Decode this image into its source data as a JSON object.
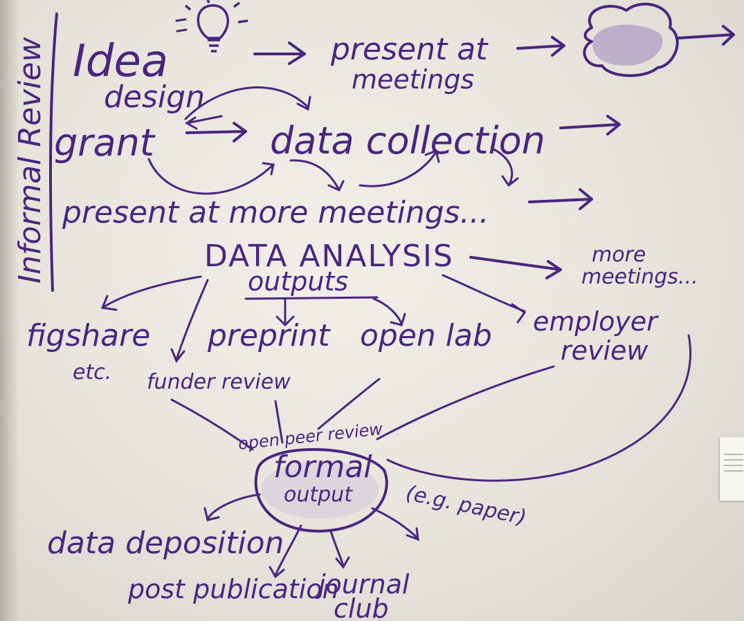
{
  "diagram": {
    "side_label": "Informal Review",
    "idea": "Idea",
    "design": "design",
    "grant": "grant",
    "present_at_meetings_1": "present at",
    "present_at_meetings_2": "meetings",
    "data_collection": "data collection",
    "present_more": "present at more meetings...",
    "data_analysis": "DATA ANALYSIS",
    "outputs": "outputs",
    "more_meetings_1": "more",
    "more_meetings_2": "meetings...",
    "figshare_1": "figshare",
    "figshare_2": "etc.",
    "preprint": "preprint",
    "openlab": "open lab",
    "employer_1": "employer",
    "employer_2": "review",
    "funder_review": "funder review",
    "open_peer_review": "open peer review",
    "formal_1": "formal",
    "formal_2": "output",
    "eg_paper": "(e.g. paper)",
    "data_deposition": "data deposition",
    "post_publication": "post publication",
    "journal_1": "journal",
    "journal_2": "club"
  },
  "colors": {
    "ink": "#4a2580",
    "board": "#ebe8e1"
  },
  "icons": [
    "lightbulb-icon",
    "cloud-icon"
  ]
}
